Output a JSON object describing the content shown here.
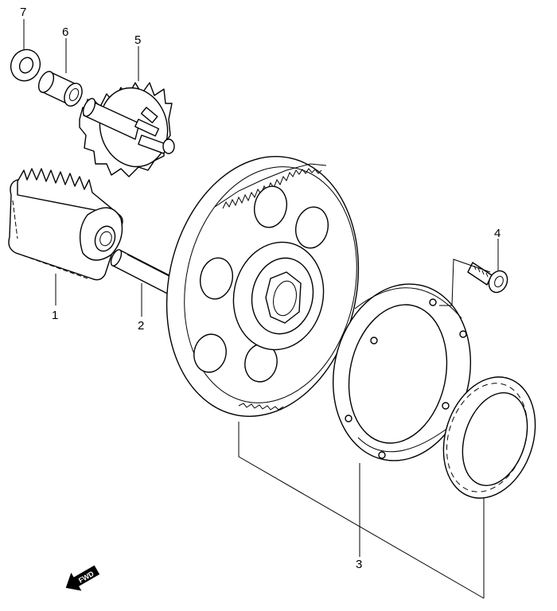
{
  "callouts": {
    "c1": "1",
    "c2": "2",
    "c3": "3",
    "c4": "4",
    "c5": "5",
    "c6": "6",
    "c7": "7"
  },
  "fwd_label": "FWD"
}
